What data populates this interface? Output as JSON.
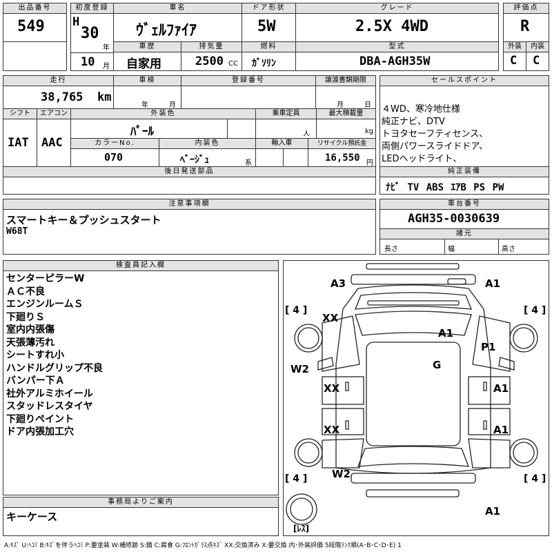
{
  "header": {
    "lot_label": "出品番号",
    "lot_no": "549",
    "reg_label": "初度登録",
    "reg_era": "H",
    "reg_year": "30",
    "reg_year_unit": "年",
    "reg_month": "10",
    "reg_month_unit": "月",
    "name_label": "車名",
    "car_name": "ｳﾞｪﾙﾌｧｲｱ",
    "door_label": "ドア形状",
    "door": "5W",
    "grade_label": "グレード",
    "grade": "2.5X 4WD",
    "score_label": "評価点",
    "score": "R",
    "history_label": "車歴",
    "history": "自家用",
    "disp_label": "排気量",
    "displacement": "2500",
    "disp_unit": "CC",
    "fuel_label": "燃料",
    "fuel": "ｶﾞｿﾘﾝ",
    "model_label": "型式",
    "model": "DBA-AGH35W",
    "ext_label": "外装",
    "ext_grade": "C",
    "int_label": "内装",
    "int_grade": "C"
  },
  "row2": {
    "mileage_label": "走行",
    "mileage": "38,765",
    "mileage_unit": "km",
    "inspection_label": "車検",
    "insp_year_unit": "年",
    "insp_month_unit": "月",
    "regno_label": "登録番号",
    "doc_label": "譲渡書類期限",
    "doc_month_unit": "月",
    "doc_day_unit": "日",
    "shift_label": "シフト",
    "shift": "IAT",
    "ac_label": "エアコン",
    "ac": "AAC",
    "color_label": "外装色",
    "color": "ﾊﾟｰﾙ",
    "capacity_label": "乗車定員",
    "capacity_unit": "人",
    "load_label": "最大積載量",
    "load_unit": "kg",
    "colorno_label": "カラーNo.",
    "color_no": "070",
    "interior_label": "内装色",
    "interior": "ﾍﾞｰｼﾞｭ",
    "interior_unit": "系",
    "import_label": "輸入車",
    "recycle_label": "リサイクル預託金",
    "recycle": "16,550",
    "recycle_unit": "円",
    "later_label": "後日発送部品"
  },
  "sales": {
    "label": "セールスポイント",
    "lines": [
      "４WD、寒冷地仕様",
      "純正ナビ、DTV",
      "トヨタセーフティセンス、",
      "両側パワースライドドア、",
      "LEDヘッドライト、"
    ],
    "equip_label": "純正装備",
    "equip": "ﾅﾋﾞ TV ABS ｴｱB PS PW"
  },
  "caution": {
    "label": "注意事項欄",
    "lines": [
      "スマートキー＆プッシュスタート",
      "W68T"
    ]
  },
  "chassis": {
    "label": "車台番号",
    "number": "AGH35-0030639",
    "spec_label": "諸元",
    "length": "長さ",
    "width": "幅",
    "height": "高さ"
  },
  "inspector": {
    "label": "検査員記入欄",
    "lines": [
      "センターピラーW",
      "ＡＣ不良",
      "エンジンルームＳ",
      "下廻りＳ",
      "室内内張傷",
      "天張薄汚れ",
      "シートすれ小",
      "ハンドルグリップ不良",
      "バンパー下Ａ",
      "社外アルミホイール",
      "スタッドレスタイヤ",
      "下廻りペイント",
      "ドア内張加工穴"
    ]
  },
  "office": {
    "label": "事務局よりご案内",
    "text": "キーケース"
  },
  "diagram": {
    "marks": [
      "A3",
      "A1",
      "XX",
      "A1",
      "P1",
      "G",
      "W2",
      "XX",
      "A1",
      "XX",
      "A1",
      "W2",
      "A1"
    ],
    "tires": [
      "[ 4 ]",
      "[ 4 ]",
      "[ 4 ]",
      "[ 4 ]"
    ],
    "spare": "[ﾚｽ]"
  },
  "legend": "A:ｷｽﾞ U:ﾍｺﾐ B:ｷｽﾞを伴うﾍｺﾐ P:要塗装 W:補修跡 S:錆 C:腐食 G:ﾌﾛﾝﾄｶﾞﾗｽ点ｷｽﾞ XX:交換済み X:要交換 内･外装評価 5段階ﾗﾝｸ順(A･B･C･D･E) 1"
}
